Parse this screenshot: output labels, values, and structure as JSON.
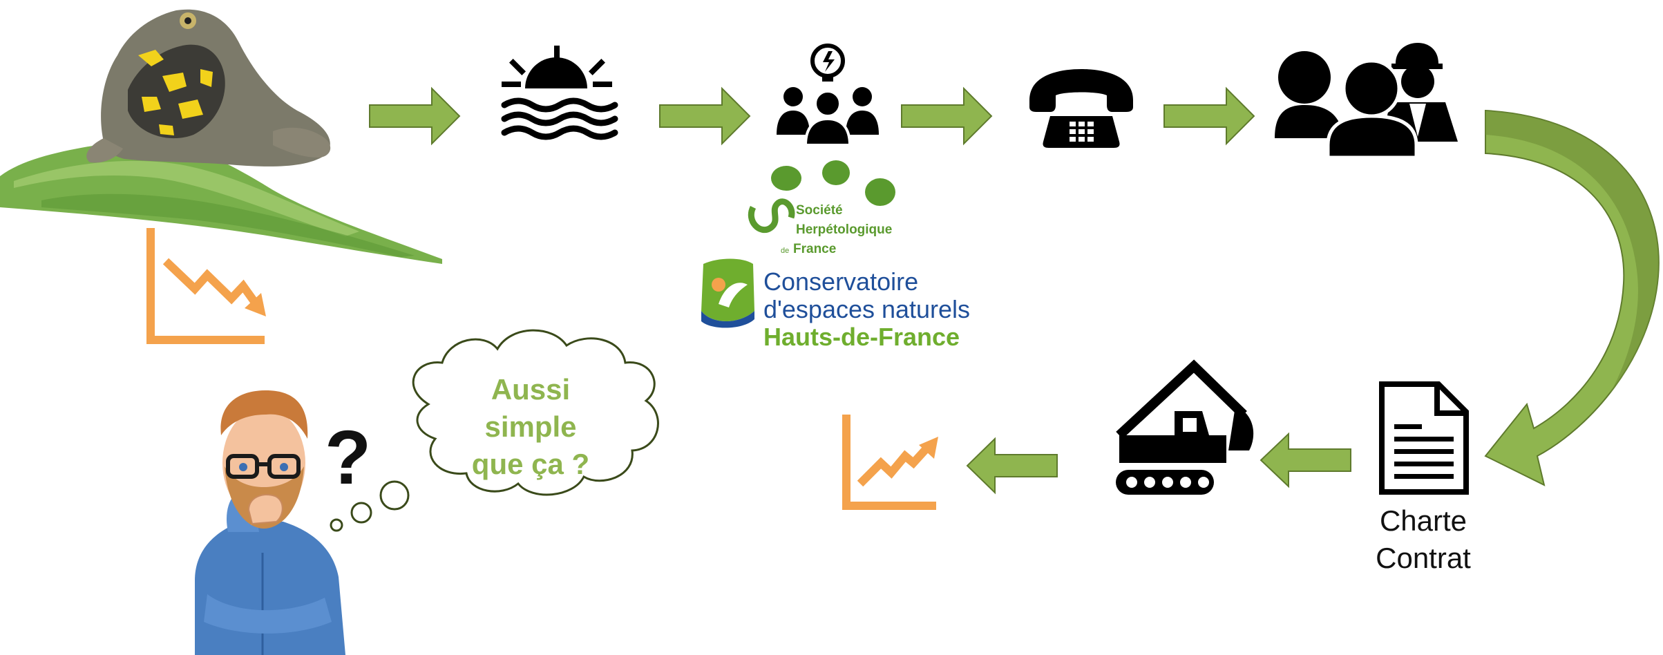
{
  "colors": {
    "arrow_green": "#8fb54f",
    "arrow_dark": "#5e7a2c",
    "trend_orange": "#f4a24c",
    "icon_black": "#000000",
    "cloud_text": "#8fb54f",
    "cen_blue": "#1f4f9a",
    "cen_green": "#6fae2e",
    "shf_green": "#5a9a2e"
  },
  "icons": [
    "toad-illustration",
    "decline-chart-icon",
    "sunrise-icon",
    "team-idea-icon",
    "telephone-icon",
    "workers-group-icon",
    "document-icon",
    "excavator-icon",
    "growth-chart-icon",
    "thinking-man-illustration"
  ],
  "logos": {
    "shf": {
      "line1": "Société",
      "line2": "Herpétologique",
      "line3_prefix": "de",
      "line3": "France"
    },
    "cen": {
      "line1": "Conservatoire",
      "line2": "d'espaces naturels",
      "line3": "Hauts-de-France"
    }
  },
  "document_label": {
    "line1": "Charte",
    "line2": "Contrat"
  },
  "thought": {
    "line1": "Aussi",
    "line2": "simple",
    "line3": "que ça ?"
  }
}
